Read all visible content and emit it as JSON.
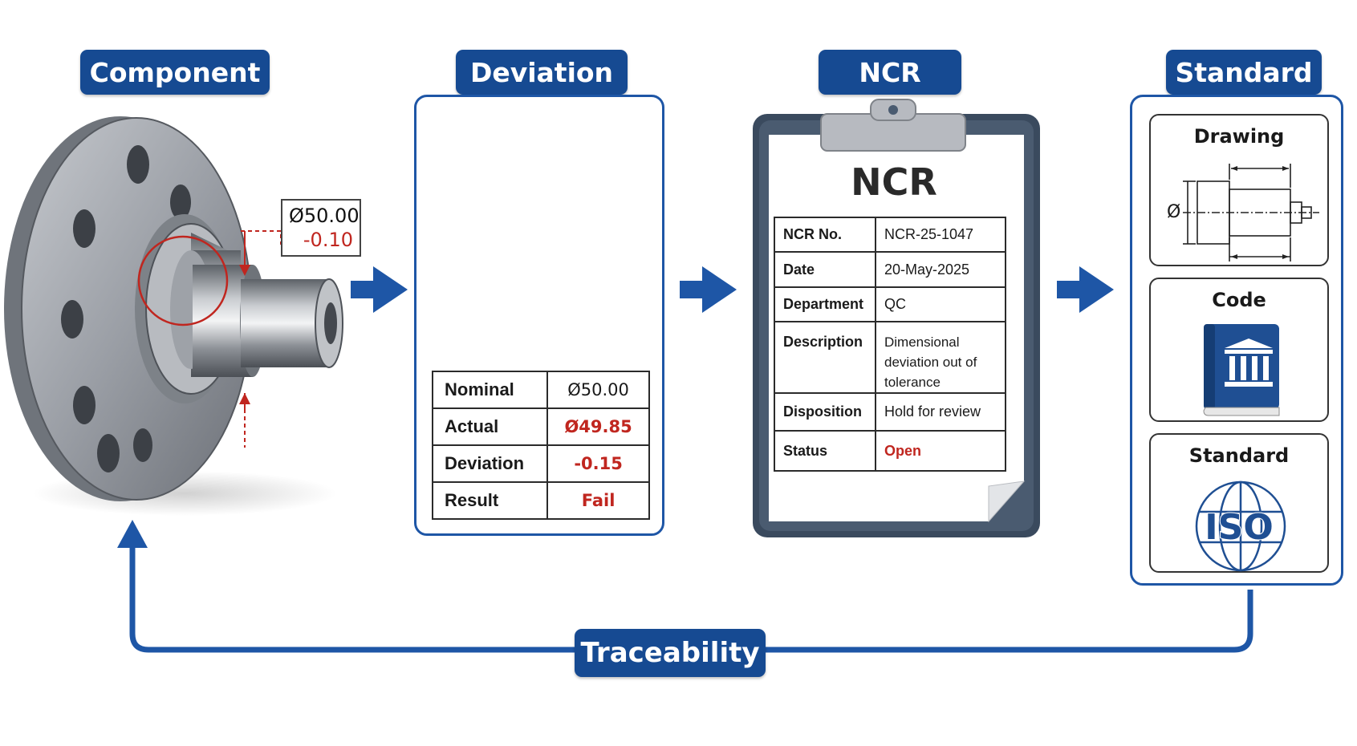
{
  "stages": {
    "component": "Component",
    "deviation": "Deviation",
    "ncr": "NCR",
    "standard": "Standard"
  },
  "component": {
    "dimension": "Ø50.00",
    "tolerance": "-0.10"
  },
  "deviation_table": [
    {
      "label": "Nominal",
      "value": "Ø50.00"
    },
    {
      "label": "Actual",
      "value": "Ø49.85"
    },
    {
      "label": "Deviation",
      "value": "-0.15"
    },
    {
      "label": "Result",
      "value": "Fail"
    }
  ],
  "ncr_form": {
    "heading": "NCR",
    "rows": [
      {
        "label": "NCR No.",
        "value": "NCR-25-1047"
      },
      {
        "label": "Date",
        "value": "20-May-2025"
      },
      {
        "label": "Department",
        "value": "QC"
      },
      {
        "label": "Description",
        "value": "Dimensional deviation out of tolerance"
      },
      {
        "label": "Disposition",
        "value": "Hold for review"
      },
      {
        "label": "Status",
        "value": "Open"
      }
    ]
  },
  "standard_refs": {
    "drawing": "Drawing",
    "drawing_symbol": "Ø",
    "code": "Code",
    "standard": "Standard",
    "iso_label": "ISO"
  },
  "loop_label": "Traceability",
  "colors": {
    "brand_blue": "#164a92",
    "alert_red": "#c0261f",
    "steel_gray": "#8d9298"
  }
}
